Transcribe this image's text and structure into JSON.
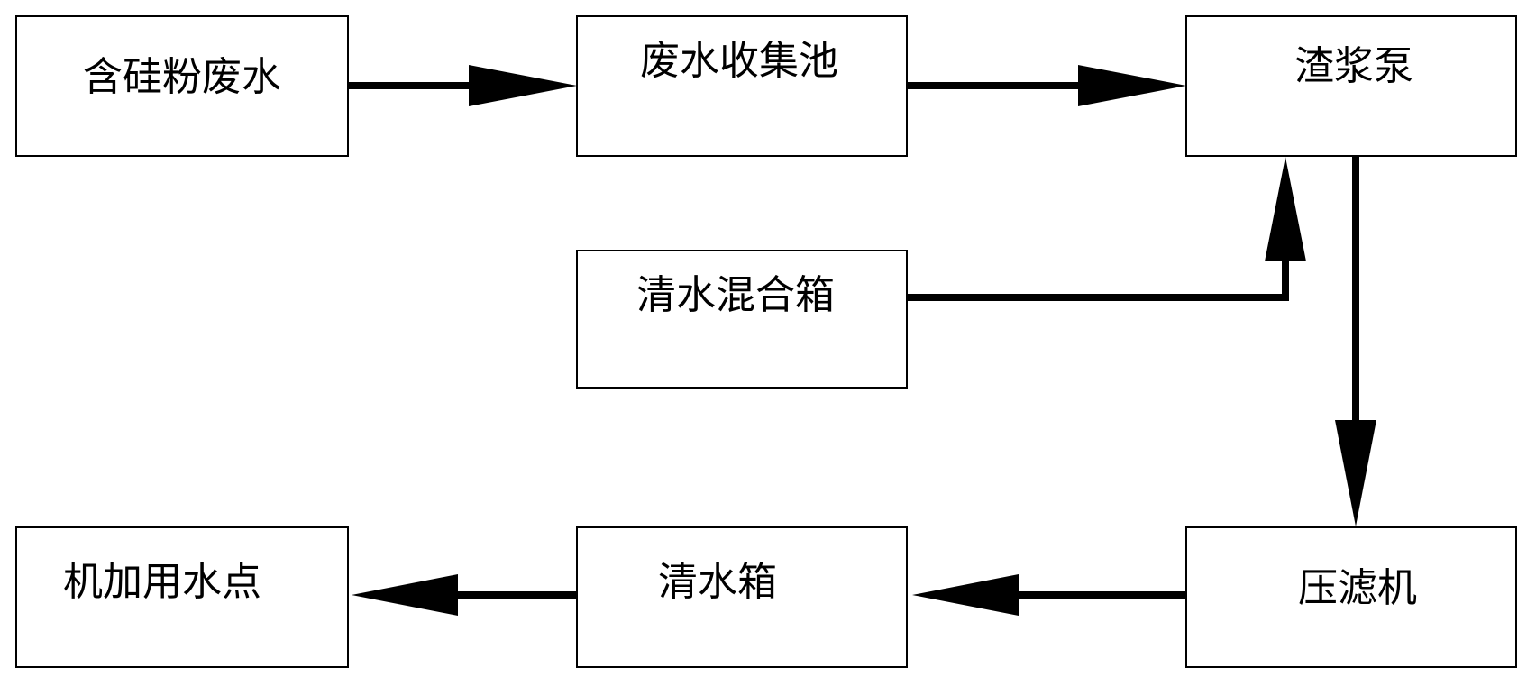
{
  "nodes": {
    "wastewater": "含硅粉废水",
    "collection_tank": "废水收集池",
    "slurry_pump": "渣浆泵",
    "mixing_tank": "清水混合箱",
    "filter_press": "压滤机",
    "clean_water_tank": "清水箱",
    "machining_point": "机加用水点"
  },
  "edges": [
    {
      "from": "wastewater",
      "to": "collection_tank"
    },
    {
      "from": "collection_tank",
      "to": "slurry_pump"
    },
    {
      "from": "mixing_tank",
      "to": "slurry_pump"
    },
    {
      "from": "slurry_pump",
      "to": "filter_press"
    },
    {
      "from": "filter_press",
      "to": "clean_water_tank"
    },
    {
      "from": "clean_water_tank",
      "to": "machining_point"
    }
  ]
}
